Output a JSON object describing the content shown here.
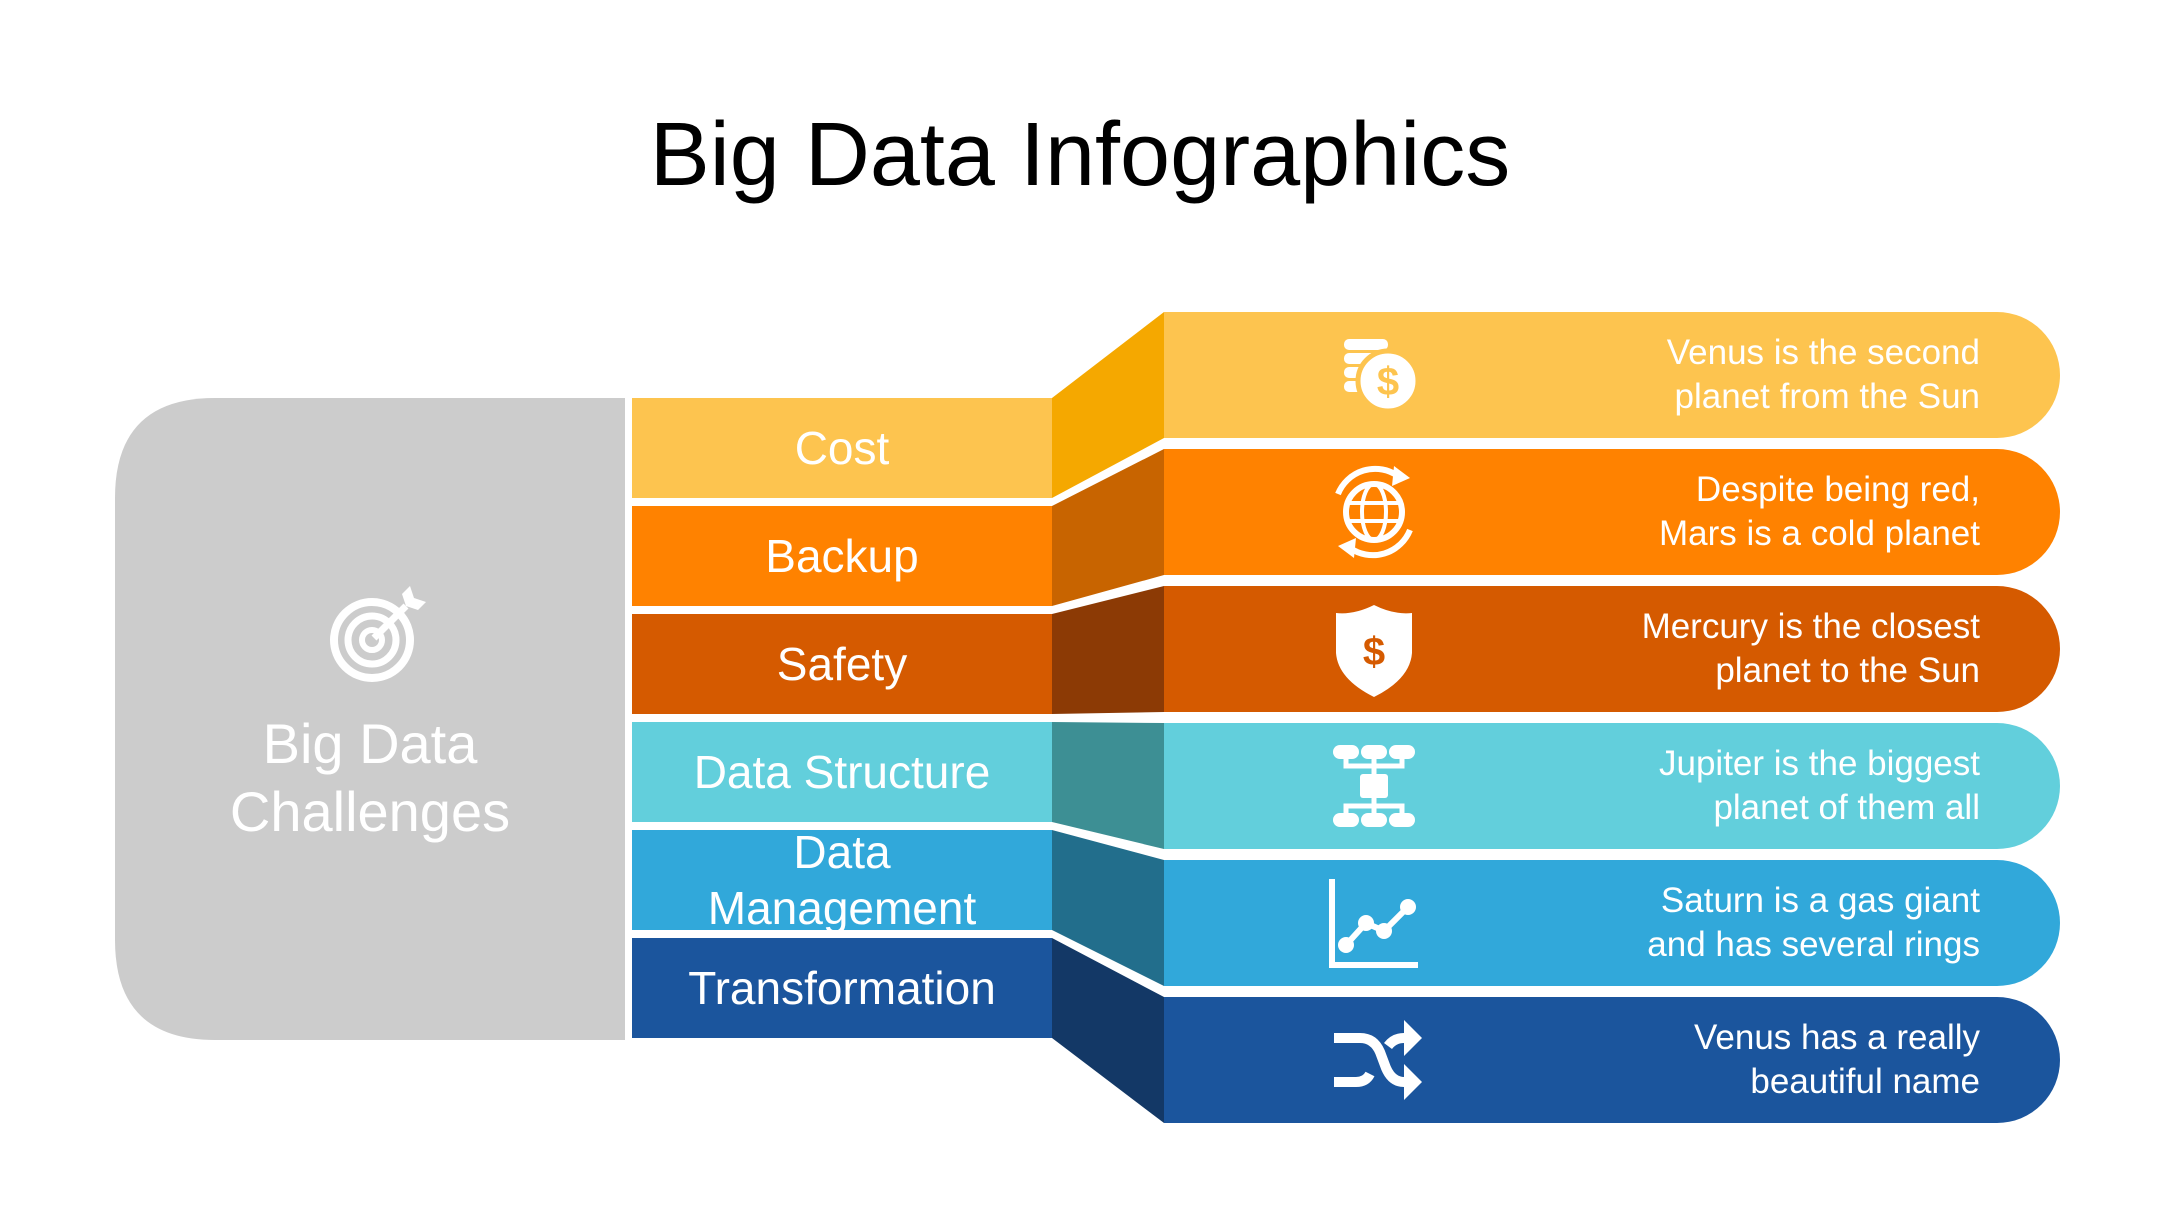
{
  "title": "Big Data Infographics",
  "hub": {
    "line1": "Big Data",
    "line2": "Challenges",
    "icon": "target-icon",
    "color": "#cccccc"
  },
  "rows": [
    {
      "label": "Cost",
      "icon": "coins-dollar-icon",
      "desc_line1": "Venus is the second",
      "desc_line2": "planet from the Sun",
      "color": "#fdc44f",
      "side_color": "#f5a800"
    },
    {
      "label": "Backup",
      "icon": "globe-sync-icon",
      "desc_line1": "Despite being red,",
      "desc_line2": "Mars is a cold planet",
      "color": "#ff8200",
      "side_color": "#c86400"
    },
    {
      "label": "Safety",
      "icon": "shield-dollar-icon",
      "desc_line1": "Mercury is the closest",
      "desc_line2": "planet to the Sun",
      "color": "#d55a00",
      "side_color": "#8c3a05"
    },
    {
      "label": "Data Structure",
      "icon": "hierarchy-icon",
      "desc_line1": "Jupiter is the biggest",
      "desc_line2": "planet of them all",
      "color": "#62cfdc",
      "side_color": "#3d8f94"
    },
    {
      "label": "Data\nManagement",
      "icon": "line-chart-icon",
      "desc_line1": "Saturn is a gas giant",
      "desc_line2": "and has several rings",
      "color": "#31a8da",
      "side_color": "#226e8c"
    },
    {
      "label": "Transformation",
      "icon": "shuffle-icon",
      "desc_line1": "Venus has a really",
      "desc_line2": "beautiful name",
      "color": "#1b559d",
      "side_color": "#133866"
    }
  ]
}
